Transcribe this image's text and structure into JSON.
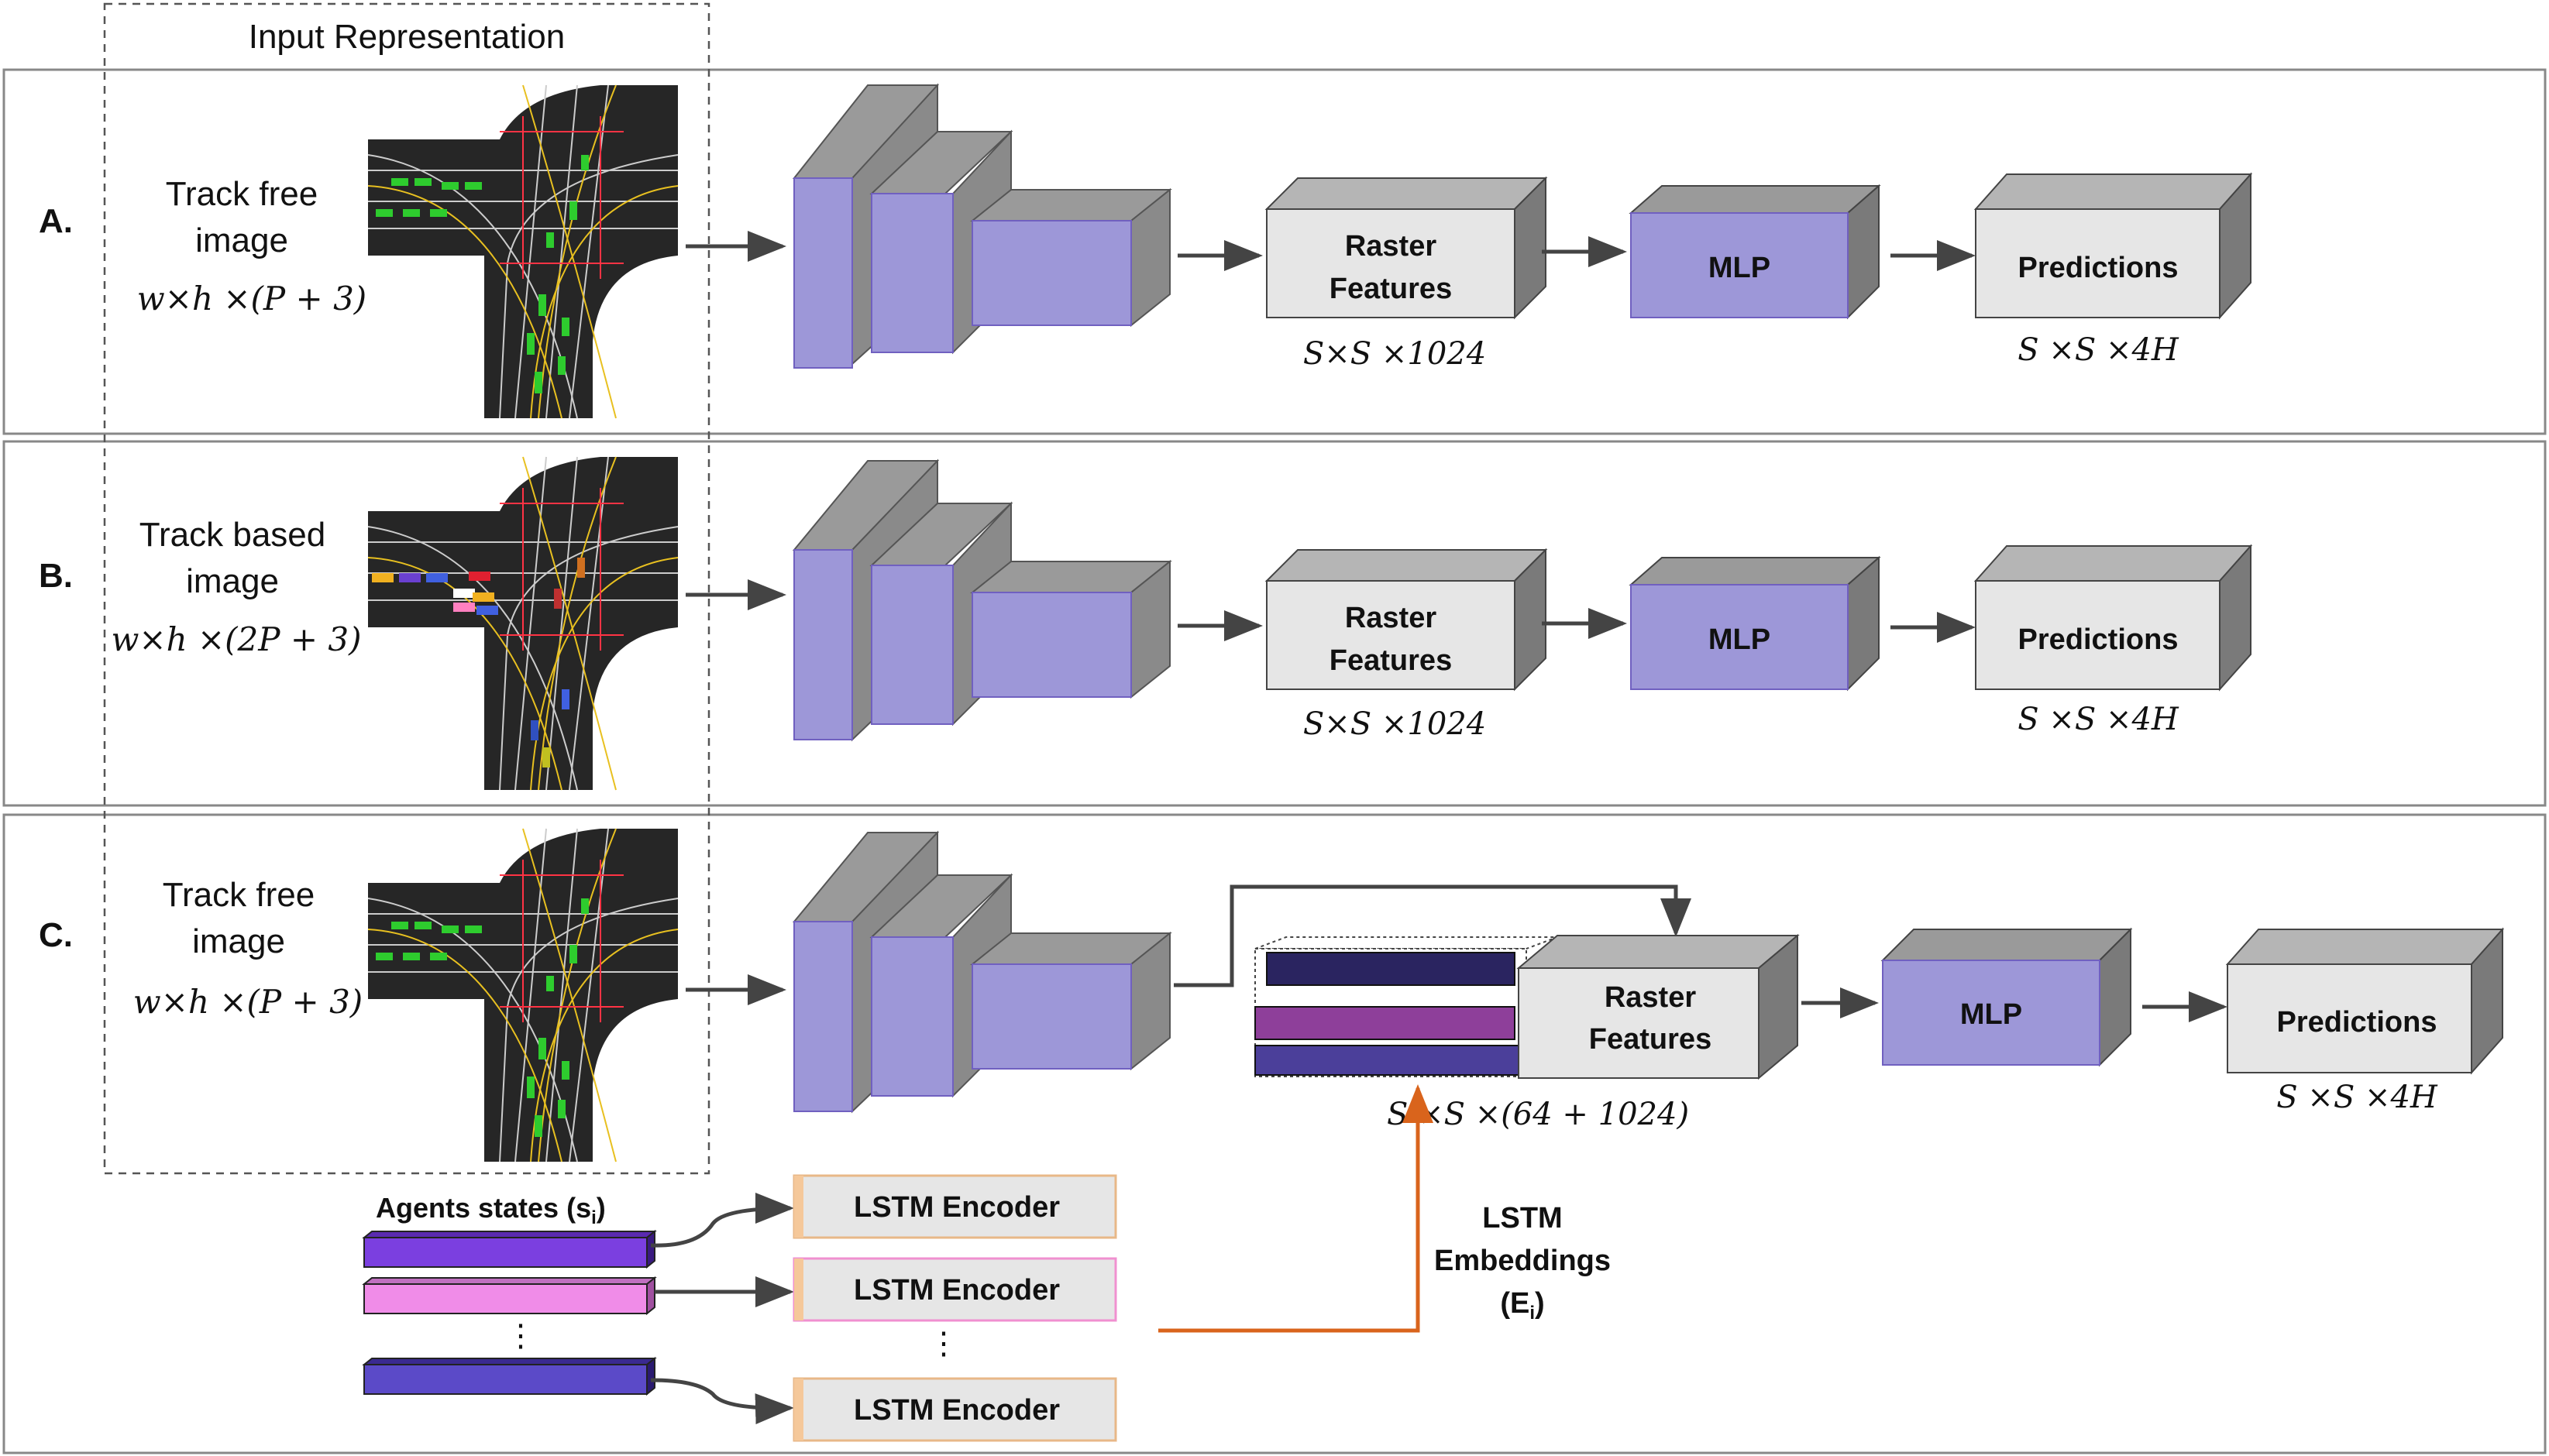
{
  "input_representation_label": "Input Representation",
  "panels": [
    {
      "letter": "A.",
      "input_line1": "Track free",
      "input_line2": "image",
      "input_dims": "w×h ×(P + 3)",
      "raster_line1": "Raster",
      "raster_line2": "Features",
      "raster_dims": "S×S ×1024",
      "mlp": "MLP",
      "predictions": "Predictions",
      "pred_dims": "S ×S ×4H"
    },
    {
      "letter": "B.",
      "input_line1": "Track based",
      "input_line2": "image",
      "input_dims": "w×h ×(2P + 3)",
      "raster_line1": "Raster",
      "raster_line2": "Features",
      "raster_dims": "S×S ×1024",
      "mlp": "MLP",
      "predictions": "Predictions",
      "pred_dims": "S ×S ×4H"
    },
    {
      "letter": "C.",
      "input_line1": "Track free",
      "input_line2": "image",
      "input_dims": "w×h ×(P + 3)",
      "raster_line1": "Raster",
      "raster_line2": "Features",
      "raster_dims": "S ×S ×(64 + 1024)",
      "mlp": "MLP",
      "predictions": "Predictions",
      "pred_dims": "S ×S ×4H"
    }
  ],
  "agents": {
    "label_main": "Agents states (s",
    "label_sub": "i",
    "label_close": ")",
    "ellipsis": "⋮",
    "lstm_labels": [
      "LSTM Encoder",
      "LSTM Encoder",
      "LSTM Encoder"
    ],
    "lstm_ellipsis": "⋮",
    "embeddings_line1": "LSTM",
    "embeddings_line2": "Embeddings",
    "embeddings_line3_main": "(E",
    "embeddings_line3_sub": "i",
    "embeddings_line3_close": ")"
  },
  "colors": {
    "purple": "#9d97d8",
    "gray_box": "#e6e6e6",
    "arrow": "#444444",
    "orange": "#d9641c",
    "road": "#262626",
    "agent_green": "#2ecc2e",
    "dark_navy": "#2a2460",
    "magenta": "#8e3f9a",
    "violet": "#4b3f9a",
    "agent_purple": "#7b3fe0",
    "agent_pink": "#f08ce8",
    "agent_indigo": "#5b4ac8"
  }
}
